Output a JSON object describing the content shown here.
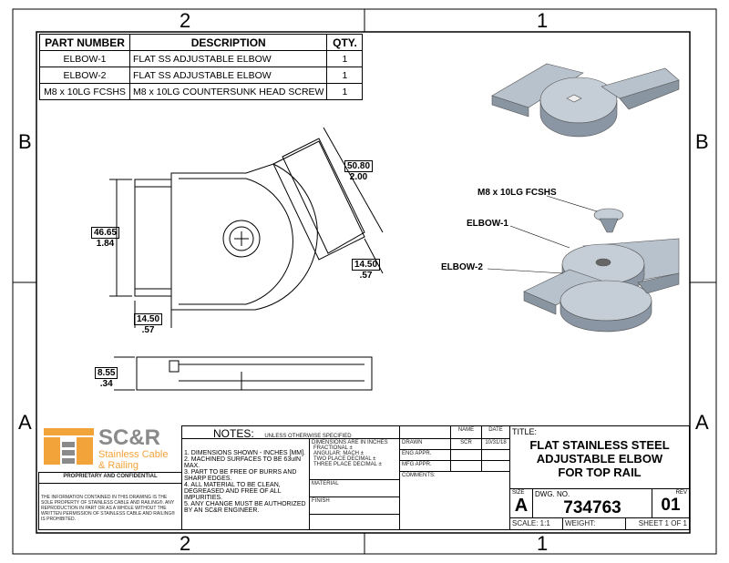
{
  "zones": {
    "top": [
      "2",
      "1"
    ],
    "bottom": [
      "2",
      "1"
    ],
    "left": [
      "B",
      "A"
    ],
    "right": [
      "B",
      "A"
    ]
  },
  "bom": {
    "headers": [
      "PART NUMBER",
      "DESCRIPTION",
      "QTY."
    ],
    "rows": [
      [
        "ELBOW-1",
        "FLAT SS ADJUSTABLE ELBOW",
        "1"
      ],
      [
        "ELBOW-2",
        "FLAT SS ADJUSTABLE ELBOW",
        "1"
      ],
      [
        "M8 x 10LG FCSHS",
        "M8 x 10LG COUNTERSUNK HEAD SCREW",
        "1"
      ]
    ]
  },
  "dimensions": {
    "d1": [
      "50.80",
      "2.00"
    ],
    "d2": [
      "46.65",
      "1.84"
    ],
    "d3": [
      "14.50",
      ".57"
    ],
    "d4": [
      "14.50",
      ".57"
    ],
    "d5": [
      "8.55",
      ".34"
    ]
  },
  "callouts": [
    "M8 x 10LG FCSHS",
    "ELBOW-1",
    "ELBOW-2"
  ],
  "logo": {
    "name": "SC&R",
    "line1": "Stainless Cable",
    "line2": "& Railing",
    "colors": {
      "orange": "#f2a33a",
      "gray": "#8a8a8a"
    }
  },
  "titleblock": {
    "proprietary": "PROPRIETARY AND CONFIDENTIAL",
    "disclaimer": "THE INFORMATION CONTAINED IN THIS DRAWING IS THE SOLE PROPERTY OF STAINLESS CABLE AND RAILING®. ANY REPRODUCTION IN PART OR AS A WHOLE WITHOUT THE WRITTEN PERMISSION OF STAINLESS CABLE AND RAILING® IS PROHIBITED.",
    "notes_label": "NOTES:",
    "unless": "UNLESS OTHERWISE SPECIFIED",
    "notes": [
      "1. DIMENSIONS SHOWN - INCHES [MM].",
      "2. MACHINED SURFACES TO BE 63uIN MAX.",
      "3. PART TO BE FREE OF BURRS AND SHARP EDGES.",
      "4. ALL MATERIAL TO BE CLEAN, DEGREASED AND FREE OF ALL IMPURITIES.",
      "5. ANY CHANGE MUST BE AUTHORIZED BY AN SC&R ENGINEER."
    ],
    "tolerances": [
      "DIMENSIONS ARE IN INCHES",
      "FRACTIONAL ±",
      "ANGULAR: MACH ±",
      "TWO PLACE DECIMAL ±",
      "THREE PLACE DECIMAL ±"
    ],
    "material": "MATERIAL",
    "finish": "FINISH",
    "name_hdr": "NAME",
    "date_hdr": "DATE",
    "drawn": "DRAWN",
    "drawn_name": "SCR",
    "drawn_date": "10/31/18",
    "eng": "ENG APPR.",
    "mfg": "MFG APPR.",
    "comments": "COMMENTS:",
    "title_label": "TITLE:",
    "title": [
      "FLAT STAINLESS STEEL",
      "ADJUSTABLE ELBOW",
      "FOR TOP RAIL"
    ],
    "size_label": "SIZE",
    "size": "A",
    "dwg_label": "DWG. NO.",
    "dwg": "734763",
    "rev_label": "REV",
    "rev": "01",
    "scale": "SCALE: 1:1",
    "weight": "WEIGHT:",
    "sheet": "SHEET 1 OF 1"
  }
}
